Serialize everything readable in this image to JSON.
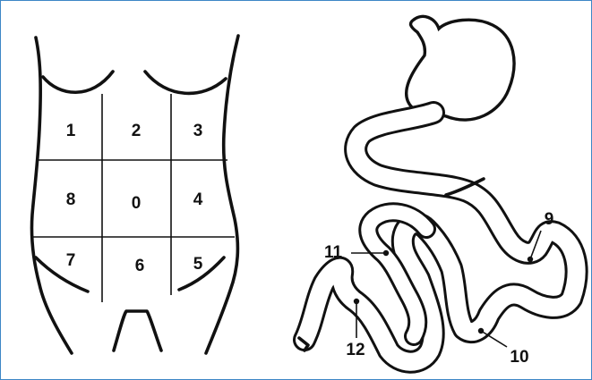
{
  "figure": {
    "region_labels": [
      "1",
      "2",
      "3",
      "4",
      "5",
      "6",
      "7",
      "8",
      "0"
    ],
    "intestine_labels": [
      "9",
      "10",
      "11",
      "12"
    ],
    "colors": {
      "border": "#3d86c6",
      "ink": "#111111",
      "background": "#ffffff"
    }
  }
}
